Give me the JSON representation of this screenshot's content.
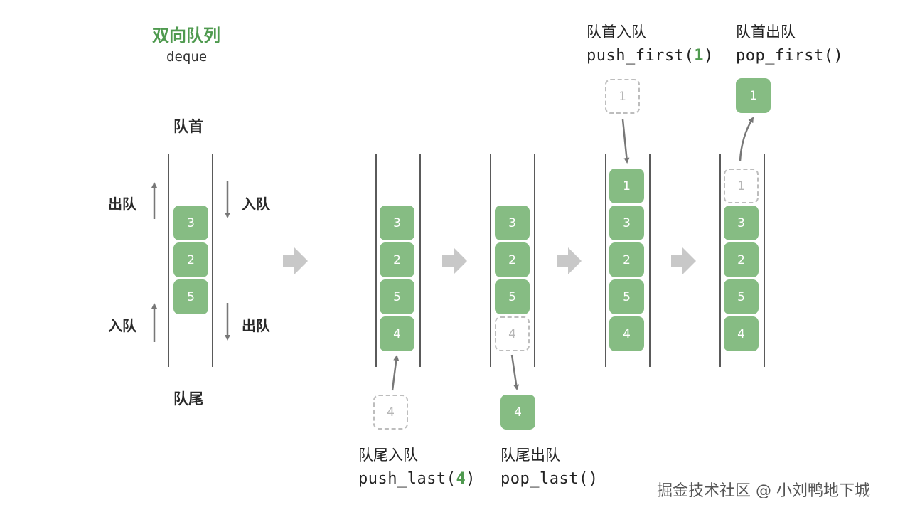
{
  "title": "双向队列",
  "subtitle": "deque",
  "labels": {
    "head": "队首",
    "tail": "队尾",
    "dequeue": "出队",
    "enqueue": "入队"
  },
  "operations": {
    "push_last": {
      "label": "队尾入队",
      "code_prefix": "push_last(",
      "code_arg": "4",
      "code_suffix": ")"
    },
    "pop_last": {
      "label": "队尾出队",
      "code": "pop_last()"
    },
    "push_first": {
      "label": "队首入队",
      "code_prefix": "push_first(",
      "code_arg": "1",
      "code_suffix": ")"
    },
    "pop_first": {
      "label": "队首出队",
      "code": "pop_first()"
    }
  },
  "states": [
    {
      "cells": [
        "3",
        "2",
        "5"
      ]
    },
    {
      "cells": [
        "3",
        "2",
        "5",
        "4"
      ],
      "incoming": "4"
    },
    {
      "cells": [
        "3",
        "2",
        "5"
      ],
      "removed_ghost": "4",
      "outgoing": "4"
    },
    {
      "cells": [
        "1",
        "3",
        "2",
        "5",
        "4"
      ],
      "incoming": "1"
    },
    {
      "cells": [
        "3",
        "2",
        "5",
        "4"
      ],
      "removed_ghost": "1",
      "outgoing": "1"
    }
  ],
  "watermark": "掘金技术社区 @ 小刘鸭地下城",
  "colors": {
    "accent": "#4f9a4f",
    "cell": "#86bc83",
    "ghost_border": "#bdbdbd",
    "arrow": "#777777",
    "step_arrow": "#c4c4c4"
  }
}
